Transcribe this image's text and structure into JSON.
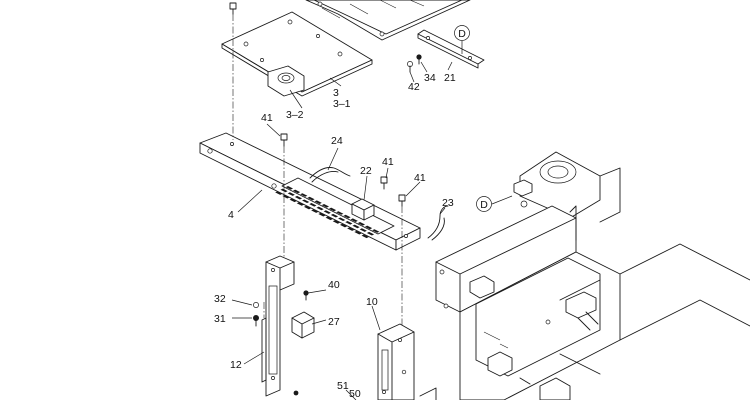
{
  "title": "",
  "callouts": {
    "c3": "3",
    "c3_1": "3–1",
    "c3_2": "3–2",
    "c4": "4",
    "c10": "10",
    "c12": "12",
    "c21": "21",
    "c22": "22",
    "c23": "23",
    "c24": "24",
    "c27": "27",
    "c31": "31",
    "c32": "32",
    "c34": "34",
    "c40": "40",
    "c41a": "41",
    "c41b": "41",
    "c41c": "41",
    "c42": "42",
    "c50": "50",
    "c51": "51"
  },
  "reference_markers": {
    "ref_top": "D",
    "ref_right": "D"
  },
  "colors": {
    "line": "#1a1a1a",
    "background": "#ffffff"
  }
}
